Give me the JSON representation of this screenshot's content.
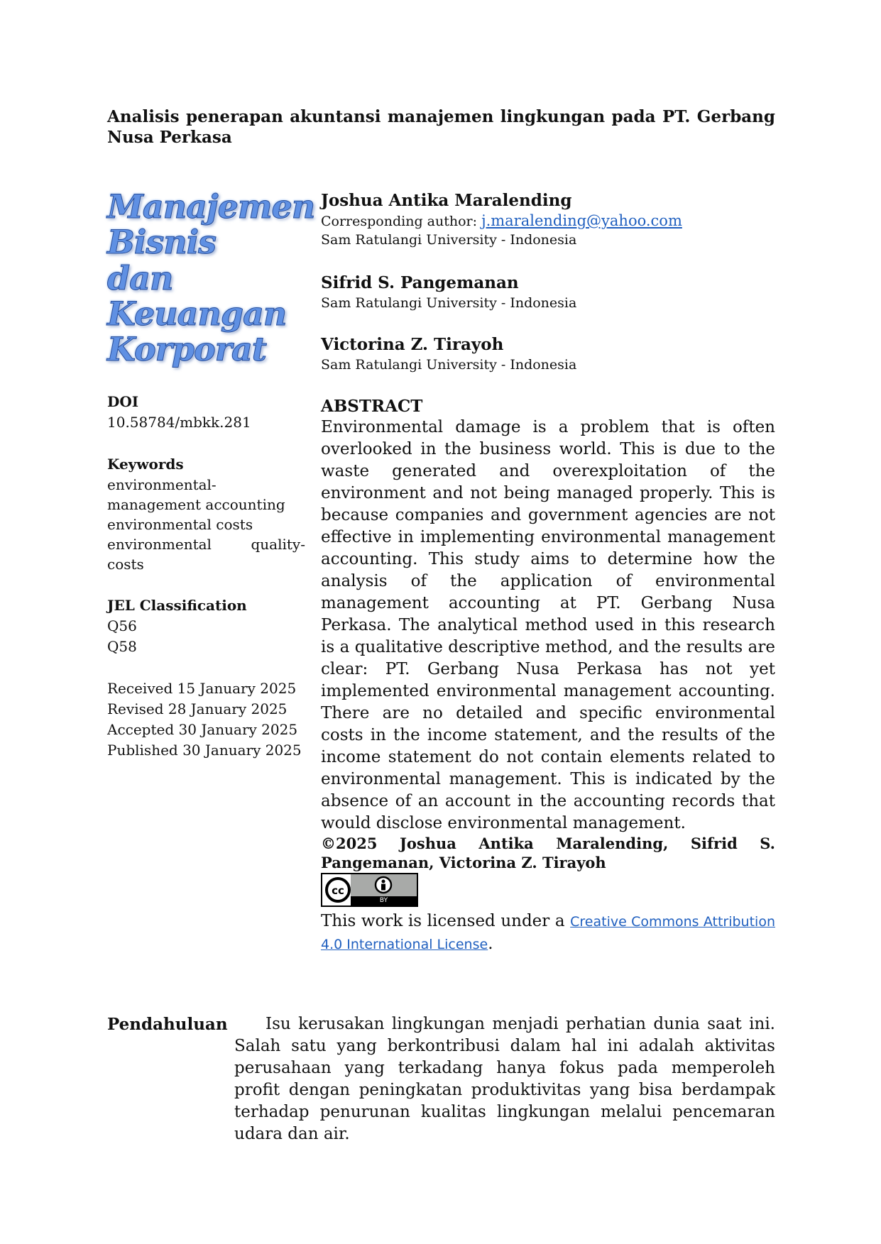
{
  "title": "Analisis penerapan akuntansi manajemen lingkungan pada PT. Gerbang Nusa Perkasa",
  "journal_logo": [
    "Manajemen",
    "Bisnis",
    "dan",
    "Keuangan",
    "Korporat"
  ],
  "sidebar": {
    "doi_label": "DOI",
    "doi_value": "10.58784/mbkk.281",
    "keywords_label": "Keywords",
    "keywords": [
      "environmental-management accounting",
      "environmental costs",
      "environmental quality-costs"
    ],
    "jel_label": "JEL Classification",
    "jel_codes": [
      "Q56",
      "Q58"
    ],
    "dates": [
      "Received 15 January 2025",
      "Revised 28 January 2025",
      "Accepted 30 January 2025",
      "Published 30 January 2025"
    ]
  },
  "authors": [
    {
      "name": "Joshua Antika Maralending",
      "corresponding_label": "Corresponding author: ",
      "email": "j.maralending@yahoo.com",
      "affiliation": "Sam Ratulangi University - Indonesia"
    },
    {
      "name": "Sifrid S. Pangemanan",
      "affiliation": "Sam Ratulangi University - Indonesia"
    },
    {
      "name": "Victorina Z. Tirayoh",
      "affiliation": "Sam Ratulangi University - Indonesia"
    }
  ],
  "abstract": {
    "heading": "ABSTRACT",
    "text": "Environmental damage is a problem that is often overlooked in the business world. This is due to the waste generated and overexploitation of the environment and not being managed properly. This is because companies and government agencies are not effective in implementing environmental management accounting. This study aims to determine how the analysis of the application of environmental management accounting at PT. Gerbang Nusa Perkasa. The analytical method used in this research is a qualitative descriptive method, and the results are clear: PT. Gerbang Nusa Perkasa has not yet implemented environmental management accounting. There are no detailed and specific environmental costs in the income statement, and the results of the income statement do not contain elements related to environmental management. This is indicated by the absence of an account in the accounting records that would disclose environmental management."
  },
  "copyright": "©2025 Joshua Antika Maralending, Sifrid S. Pangemanan, Victorina Z. Tirayoh",
  "license": {
    "badge_label": "BY",
    "prefix": "This work is licensed under a ",
    "link_text": "Creative Commons Attribution 4.0 International License",
    "suffix": "."
  },
  "intro": {
    "heading": "Pendahuluan",
    "text": "Isu kerusakan lingkungan menjadi perhatian dunia saat ini. Salah satu yang berkontribusi dalam hal ini adalah aktivitas perusahaan yang terkadang hanya fokus pada memperoleh profit dengan peningkatan produktivitas yang bisa berdampak terhadap penurunan kualitas lingkungan melalui pencemaran udara dan air."
  }
}
